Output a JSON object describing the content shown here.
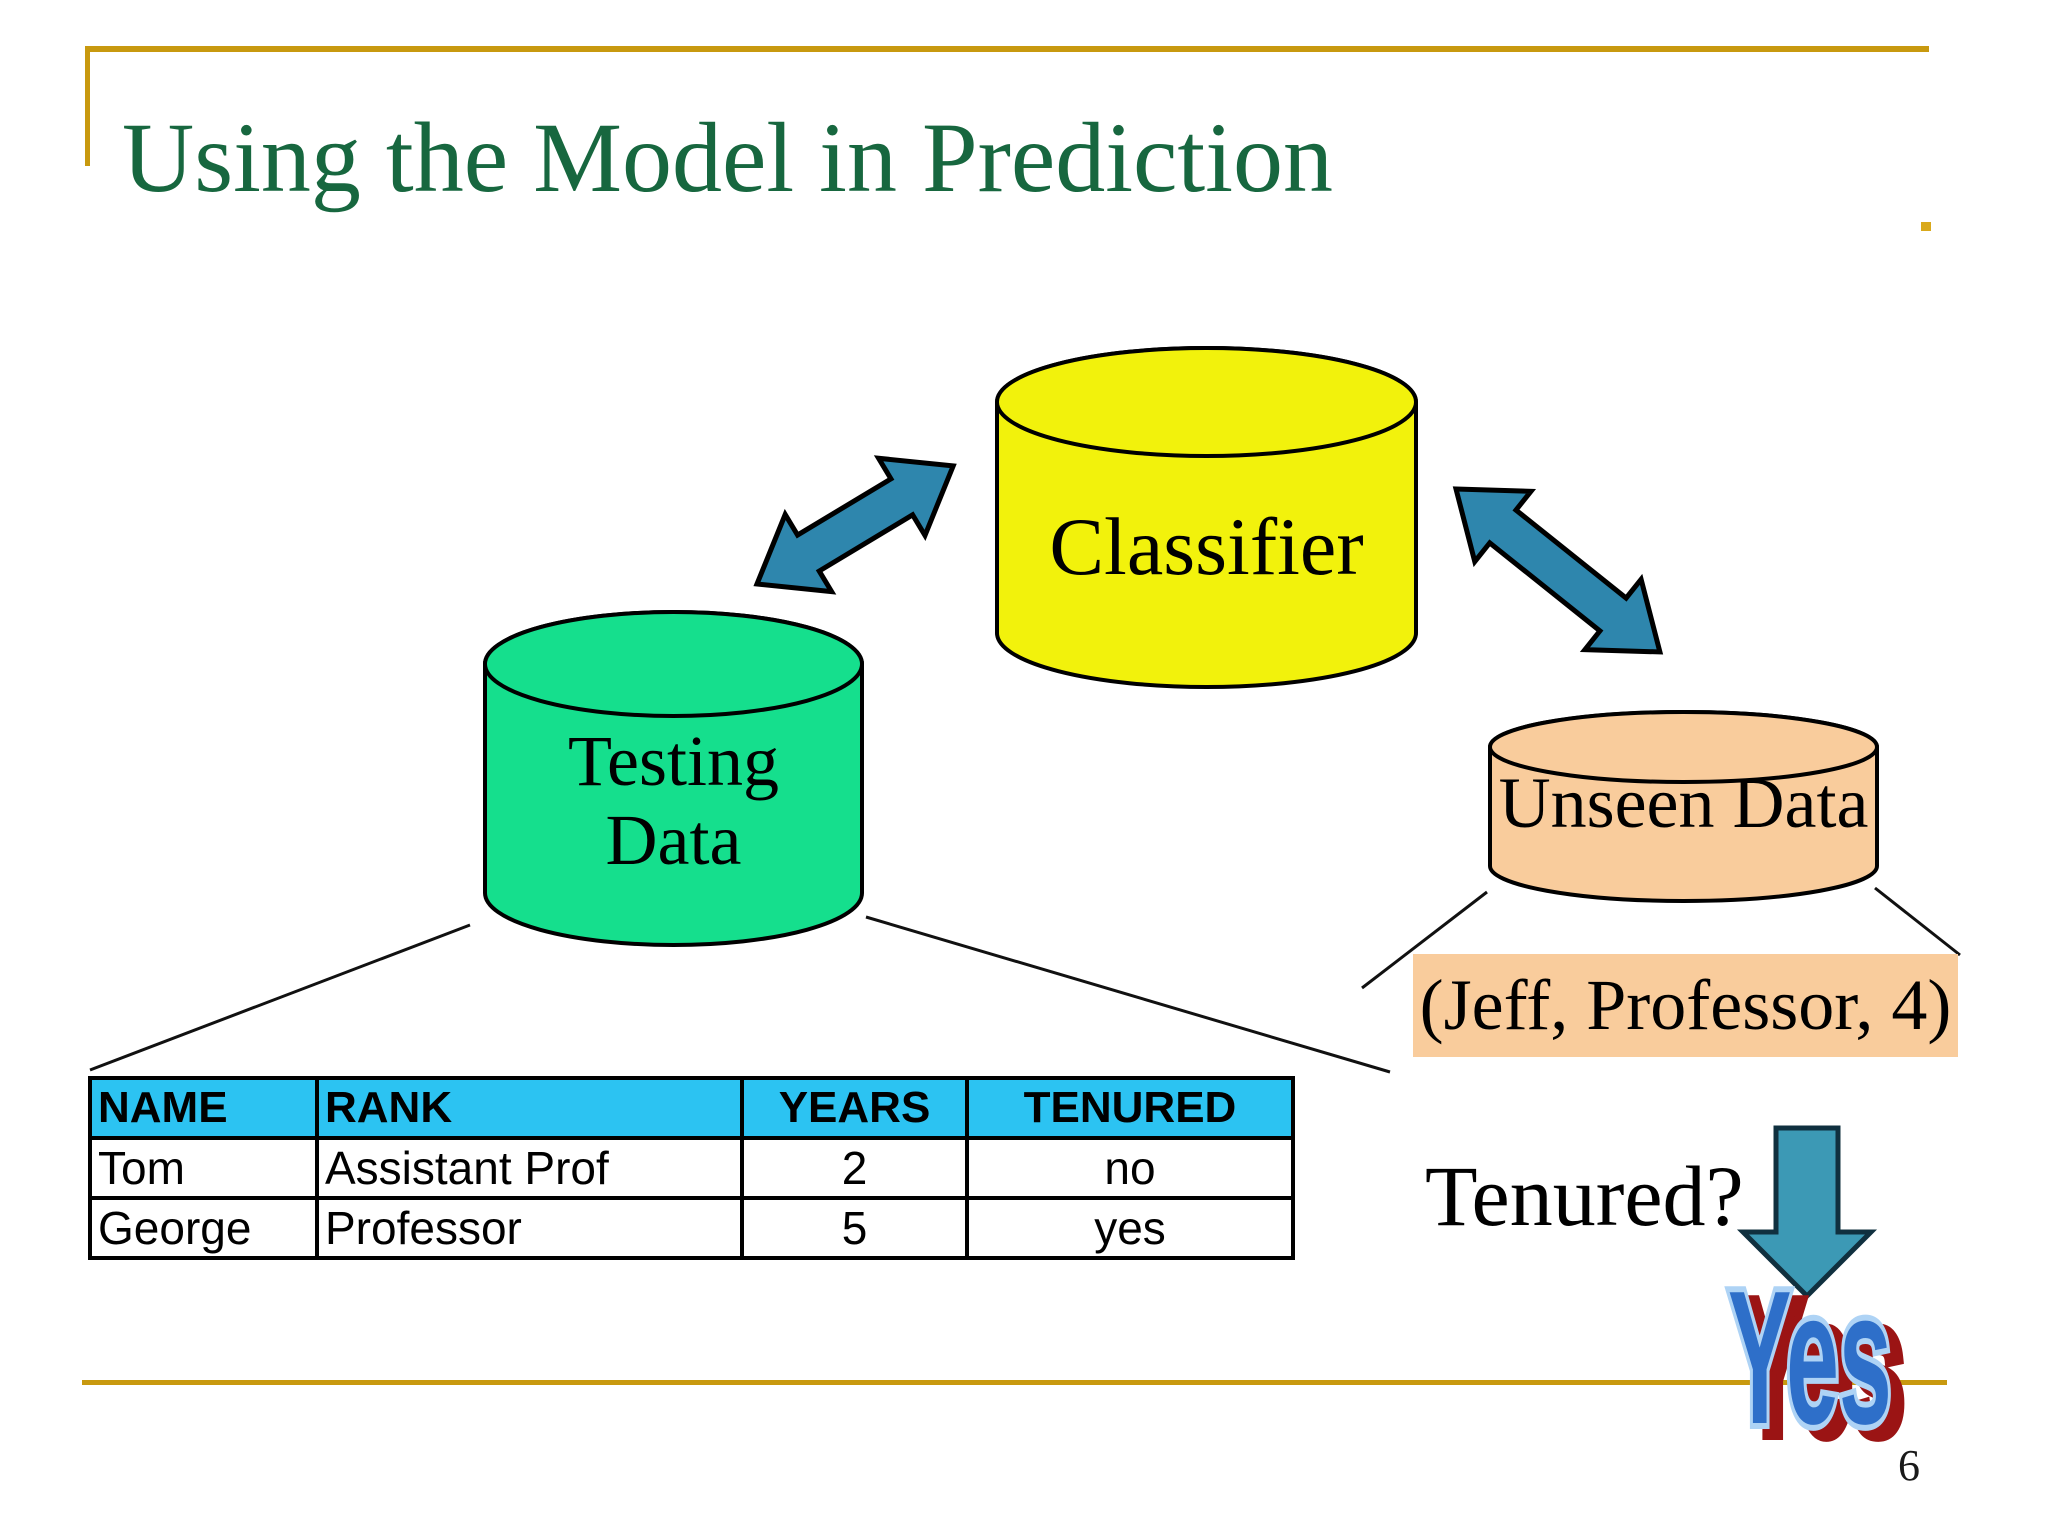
{
  "slide": {
    "title": "Using the Model in Prediction",
    "page_number": "6"
  },
  "diagram": {
    "classifier_label": "Classifier",
    "testing_data_line1": "Testing",
    "testing_data_line2": "Data",
    "unseen_data_label": "Unseen Data",
    "unseen_tuple": "(Jeff, Professor, 4)",
    "question_label": "Tenured?",
    "answer_label": "Yes"
  },
  "table": {
    "headers": [
      "NAME",
      "RANK",
      "YEARS",
      "TENURED"
    ],
    "rows": [
      [
        "Tom",
        "Assistant Prof",
        "2",
        "no"
      ],
      [
        "George",
        "Professor",
        "5",
        "yes"
      ]
    ]
  },
  "colors": {
    "title_green": "#17673F",
    "accent_gold": "#C8990F",
    "classifier_yellow": "#F2F20C",
    "testing_green": "#15DF8D",
    "unseen_peach": "#F9CC9C",
    "table_header_cyan": "#2CC3F2",
    "arrow_teal": "#2E86AD",
    "down_arrow_teal": "#3C99B5",
    "answer_blue": "#2E6FC9",
    "answer_outline": "#AED3F5",
    "answer_shadow": "#9B1414"
  }
}
